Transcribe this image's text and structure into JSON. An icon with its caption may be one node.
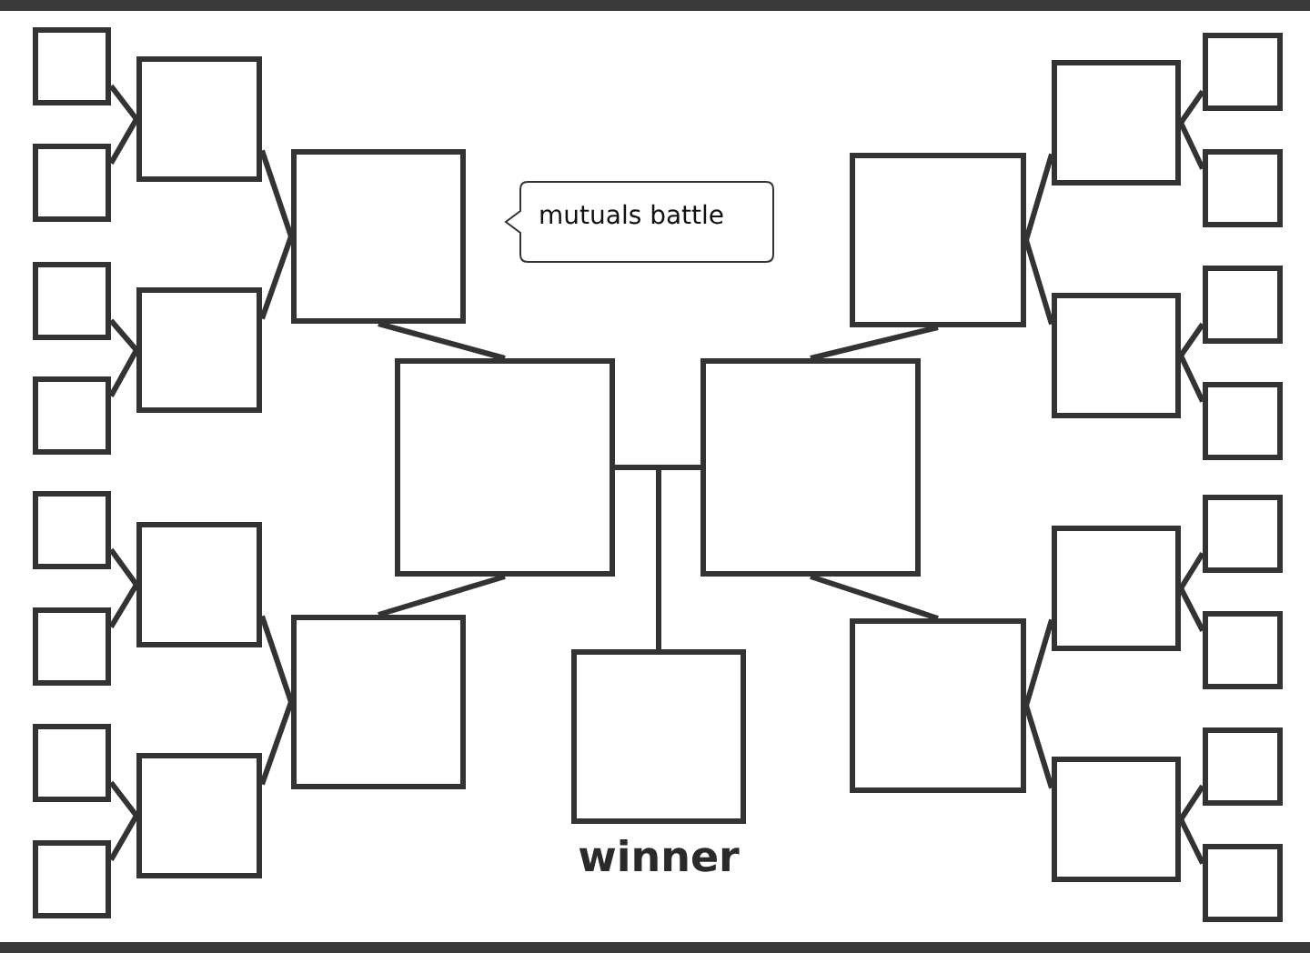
{
  "diagram": {
    "nodes": [
      {
        "text": [],
        "shape": "box"
      },
      {
        "text": [],
        "shape": "box"
      },
      {
        "text": [],
        "shape": "box"
      },
      {
        "text": [],
        "shape": "box"
      },
      {
        "text": [],
        "shape": "box"
      },
      {
        "text": [],
        "shape": "box"
      },
      {
        "text": [],
        "shape": "box"
      },
      {
        "text": [],
        "shape": "box"
      },
      {
        "text": [],
        "shape": "box"
      },
      {
        "text": [],
        "shape": "box"
      },
      {
        "text": [],
        "shape": "box"
      },
      {
        "text": [],
        "shape": "box"
      },
      {
        "text": [],
        "shape": "box"
      },
      {
        "text": [],
        "shape": "box"
      },
      {
        "text": [],
        "shape": "box"
      },
      {
        "text": [],
        "shape": "box"
      },
      {
        "text": [],
        "shape": "box"
      },
      {
        "text": [],
        "shape": "box"
      },
      {
        "text": [],
        "shape": "box"
      },
      {
        "text": [],
        "shape": "box"
      },
      {
        "text": [],
        "shape": "box"
      },
      {
        "text": [],
        "shape": "box"
      },
      {
        "text": [],
        "shape": "box"
      },
      {
        "text": [],
        "shape": "box"
      },
      {
        "text": [],
        "shape": "box"
      },
      {
        "text": [],
        "shape": "box"
      },
      {
        "text": [],
        "shape": "box"
      },
      {
        "text": [],
        "shape": "box"
      },
      {
        "text": [],
        "shape": "box"
      },
      {
        "text": [],
        "shape": "box"
      },
      {
        "text": [
          "winner"
        ]
      },
      {
        "text": [
          "mutuals battle"
        ]
      }
    ],
    "edges": [
      {
        "from": 0,
        "to": 8,
        "arrow": "none"
      },
      {
        "from": 1,
        "to": 8,
        "arrow": "none"
      },
      {
        "from": 2,
        "to": 9,
        "arrow": "none"
      },
      {
        "from": 3,
        "to": 9,
        "arrow": "none"
      },
      {
        "from": 4,
        "to": 10,
        "arrow": "none"
      },
      {
        "from": 5,
        "to": 10,
        "arrow": "none"
      },
      {
        "from": 6,
        "to": 11,
        "arrow": "none"
      },
      {
        "from": 7,
        "to": 11,
        "arrow": "none"
      },
      {
        "from": 8,
        "to": 12,
        "arrow": "none"
      },
      {
        "from": 9,
        "to": 12,
        "arrow": "none"
      },
      {
        "from": 10,
        "to": 13,
        "arrow": "none"
      },
      {
        "from": 11,
        "to": 13,
        "arrow": "none"
      },
      {
        "from": 12,
        "to": 14,
        "arrow": "none"
      },
      {
        "from": 13,
        "to": 14,
        "arrow": "none"
      },
      {
        "from": 22,
        "to": 18,
        "arrow": "none"
      },
      {
        "from": 23,
        "to": 18,
        "arrow": "none"
      },
      {
        "from": 24,
        "to": 19,
        "arrow": "none"
      },
      {
        "from": 25,
        "to": 19,
        "arrow": "none"
      },
      {
        "from": 26,
        "to": 20,
        "arrow": "none"
      },
      {
        "from": 27,
        "to": 20,
        "arrow": "none"
      },
      {
        "from": 28,
        "to": 21,
        "arrow": "none"
      },
      {
        "from": 29,
        "to": 21,
        "arrow": "none"
      },
      {
        "from": 18,
        "to": 16,
        "arrow": "none"
      },
      {
        "from": 19,
        "to": 16,
        "arrow": "none"
      },
      {
        "from": 20,
        "to": 17,
        "arrow": "none"
      },
      {
        "from": 21,
        "to": 17,
        "arrow": "none"
      },
      {
        "from": 16,
        "to": 15,
        "arrow": "none"
      },
      {
        "from": 17,
        "to": 15,
        "arrow": "none"
      },
      {
        "from": 14,
        "to": 30,
        "arrow": "none"
      },
      {
        "from": 15,
        "to": 30,
        "arrow": "none"
      }
    ]
  }
}
